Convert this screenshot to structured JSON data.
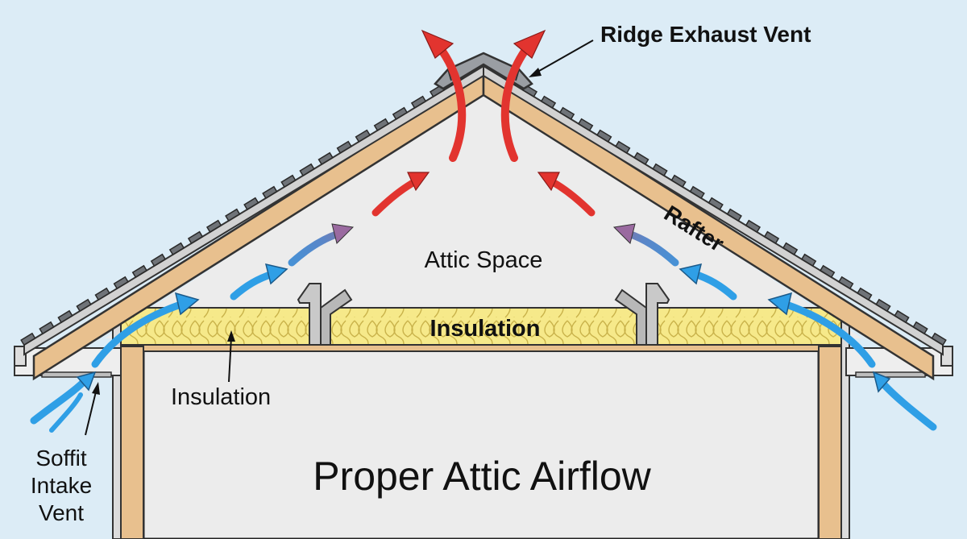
{
  "labels": {
    "ridge_vent": "Ridge Exhaust Vent",
    "rafter": "Rafter",
    "attic_space": "Attic Space",
    "insulation_band": "Insulation",
    "insulation_pointer": "Insulation",
    "soffit_line1": "Soffit",
    "soffit_line2": "Intake",
    "soffit_line3": "Vent",
    "title": "Proper Attic Airflow"
  },
  "colors": {
    "sky": "#dcecf6",
    "wood": "#e8c08e",
    "shingle": "#6f7378",
    "insulation": "#f6e98a",
    "intake_air": "#2f9fe6",
    "exhaust_air": "#e2342f",
    "interior": "#ececec"
  },
  "icons": {
    "intake_arrow": "curved-blue-arrow-icon",
    "exhaust_arrow": "curved-red-arrow-icon"
  }
}
